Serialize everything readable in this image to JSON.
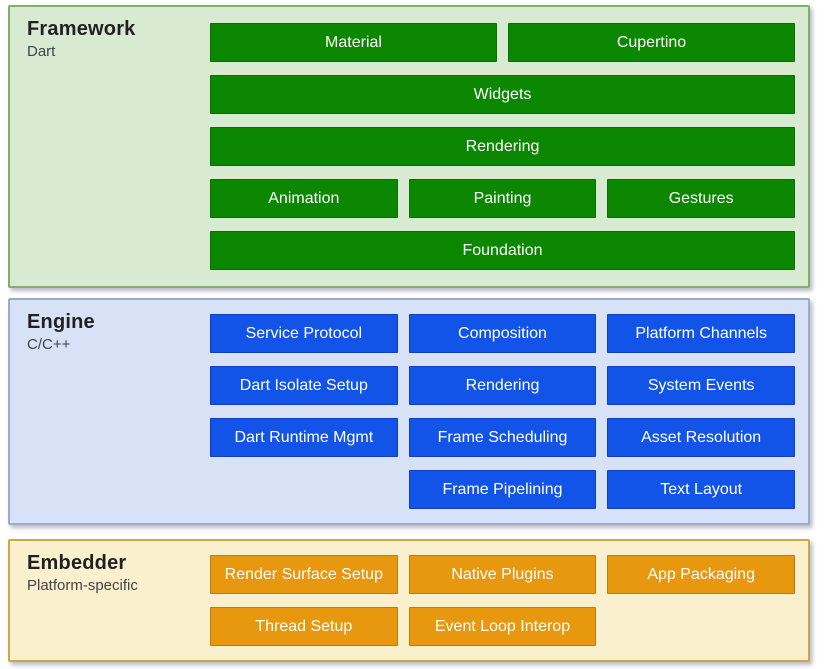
{
  "colors": {
    "framework_bg": "#d9ead3",
    "framework_border": "#84ae65",
    "framework_box_bg": "#0c8702",
    "framework_box_border": "#0a7004",
    "engine_bg": "#d8e2f7",
    "engine_border": "#9cabc9",
    "engine_box_bg": "#1254e8",
    "engine_box_border": "#0e41bf",
    "embedder_bg": "#fbf0ce",
    "embedder_border": "#c9a84c",
    "embedder_box_bg": "#e8980f",
    "embedder_box_border": "#c07c06",
    "box_text": "#ffffff",
    "title_text": "#202124",
    "subtitle_text": "#3f4449"
  },
  "framework": {
    "title": "Framework",
    "subtitle": "Dart",
    "boxes": {
      "material": "Material",
      "cupertino": "Cupertino",
      "widgets": "Widgets",
      "rendering": "Rendering",
      "animation": "Animation",
      "painting": "Painting",
      "gestures": "Gestures",
      "foundation": "Foundation"
    }
  },
  "engine": {
    "title": "Engine",
    "subtitle": "C/C++",
    "boxes": {
      "service_protocol": "Service Protocol",
      "composition": "Composition",
      "platform_channels": "Platform Channels",
      "dart_isolate_setup": "Dart Isolate Setup",
      "rendering": "Rendering",
      "system_events": "System Events",
      "dart_runtime_mgmt": "Dart Runtime Mgmt",
      "frame_scheduling": "Frame Scheduling",
      "asset_resolution": "Asset Resolution",
      "frame_pipelining": "Frame Pipelining",
      "text_layout": "Text Layout"
    }
  },
  "embedder": {
    "title": "Embedder",
    "subtitle": "Platform-specific",
    "boxes": {
      "render_surface_setup": "Render Surface Setup",
      "native_plugins": "Native Plugins",
      "app_packaging": "App Packaging",
      "thread_setup": "Thread Setup",
      "event_loop_interop": "Event Loop Interop"
    }
  }
}
